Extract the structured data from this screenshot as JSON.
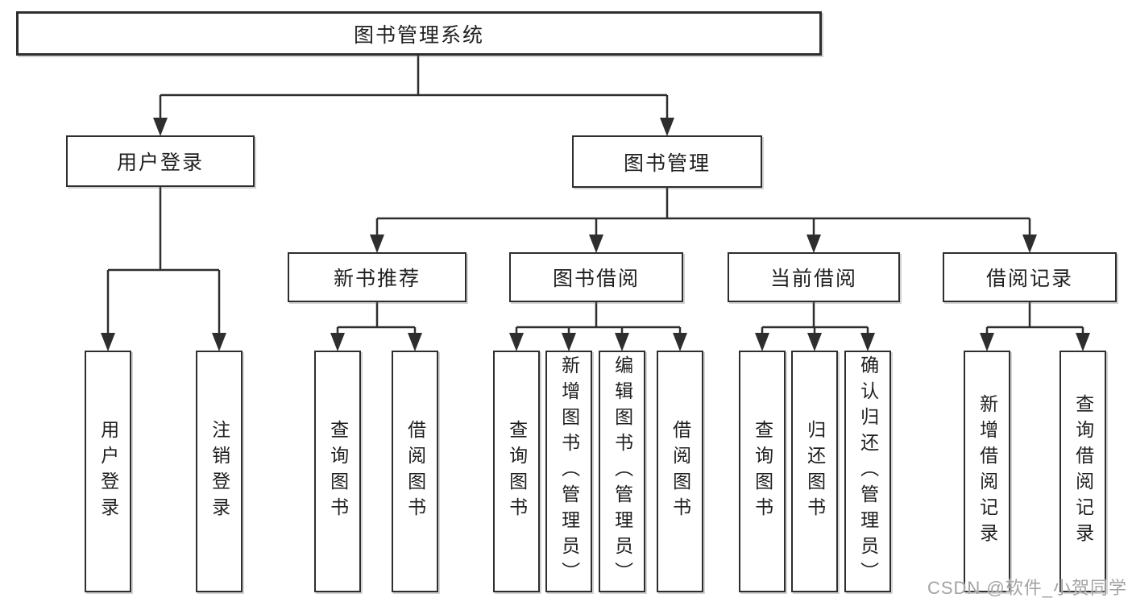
{
  "nodes": {
    "root": {
      "label": "图书管理系统"
    },
    "user_login": {
      "label": "用户登录"
    },
    "book_mgmt": {
      "label": "图书管理"
    },
    "new_book_rec": {
      "label": "新书推荐"
    },
    "book_borrow": {
      "label": "图书借阅"
    },
    "current_borrow": {
      "label": "当前借阅"
    },
    "borrow_record": {
      "label": "借阅记录"
    },
    "leaf_user_login": {
      "label": "用户登录"
    },
    "leaf_logout": {
      "label": "注销登录"
    },
    "leaf_query_book_rec": {
      "label": "查询图书"
    },
    "leaf_borrow_book_rec": {
      "label": "借阅图书"
    },
    "leaf_query_book_borrow": {
      "label": "查询图书"
    },
    "leaf_add_book": {
      "label": "新增图书（管理员）"
    },
    "leaf_edit_book": {
      "label": "编辑图书（管理员）"
    },
    "leaf_borrow_book": {
      "label": "借阅图书"
    },
    "leaf_query_book_current": {
      "label": "查询图书"
    },
    "leaf_return_book": {
      "label": "归还图书"
    },
    "leaf_confirm_return": {
      "label": "确认归还（管理员）"
    },
    "leaf_add_record": {
      "label": "新增借阅记录"
    },
    "leaf_query_record": {
      "label": "查询借阅记录"
    }
  },
  "watermark": {
    "text": "CSDN @软件_小贺同学"
  },
  "colors": {
    "line": "#2e2e2e",
    "text": "#1f1f1f",
    "bg": "#ffffff",
    "watermark": "#a3a3a3"
  }
}
